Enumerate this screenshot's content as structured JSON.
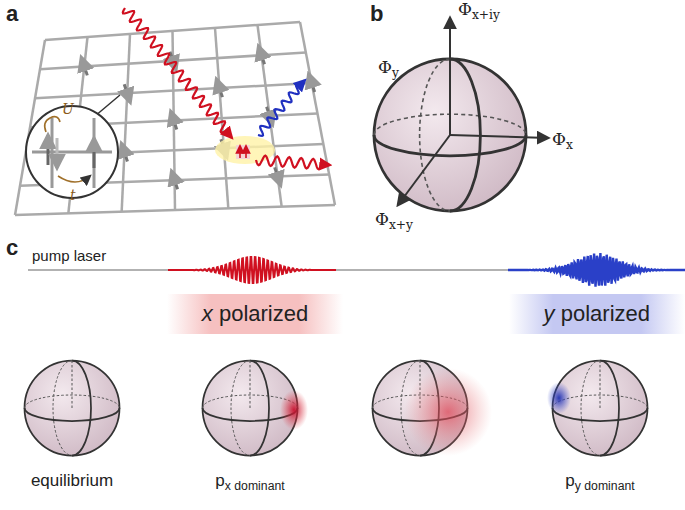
{
  "diagram": {
    "nodes": [
      {
        "text": [
          "x polarized"
        ]
      },
      {
        "text": [
          "y polarized"
        ]
      }
    ],
    "labels": [
      "a",
      "U",
      "t",
      "b",
      "Φx+iy",
      "Φy",
      "Φx",
      "Φx+y",
      "c",
      "pump laser",
      "equilibrium",
      "px dominant",
      "py dominant"
    ]
  }
}
